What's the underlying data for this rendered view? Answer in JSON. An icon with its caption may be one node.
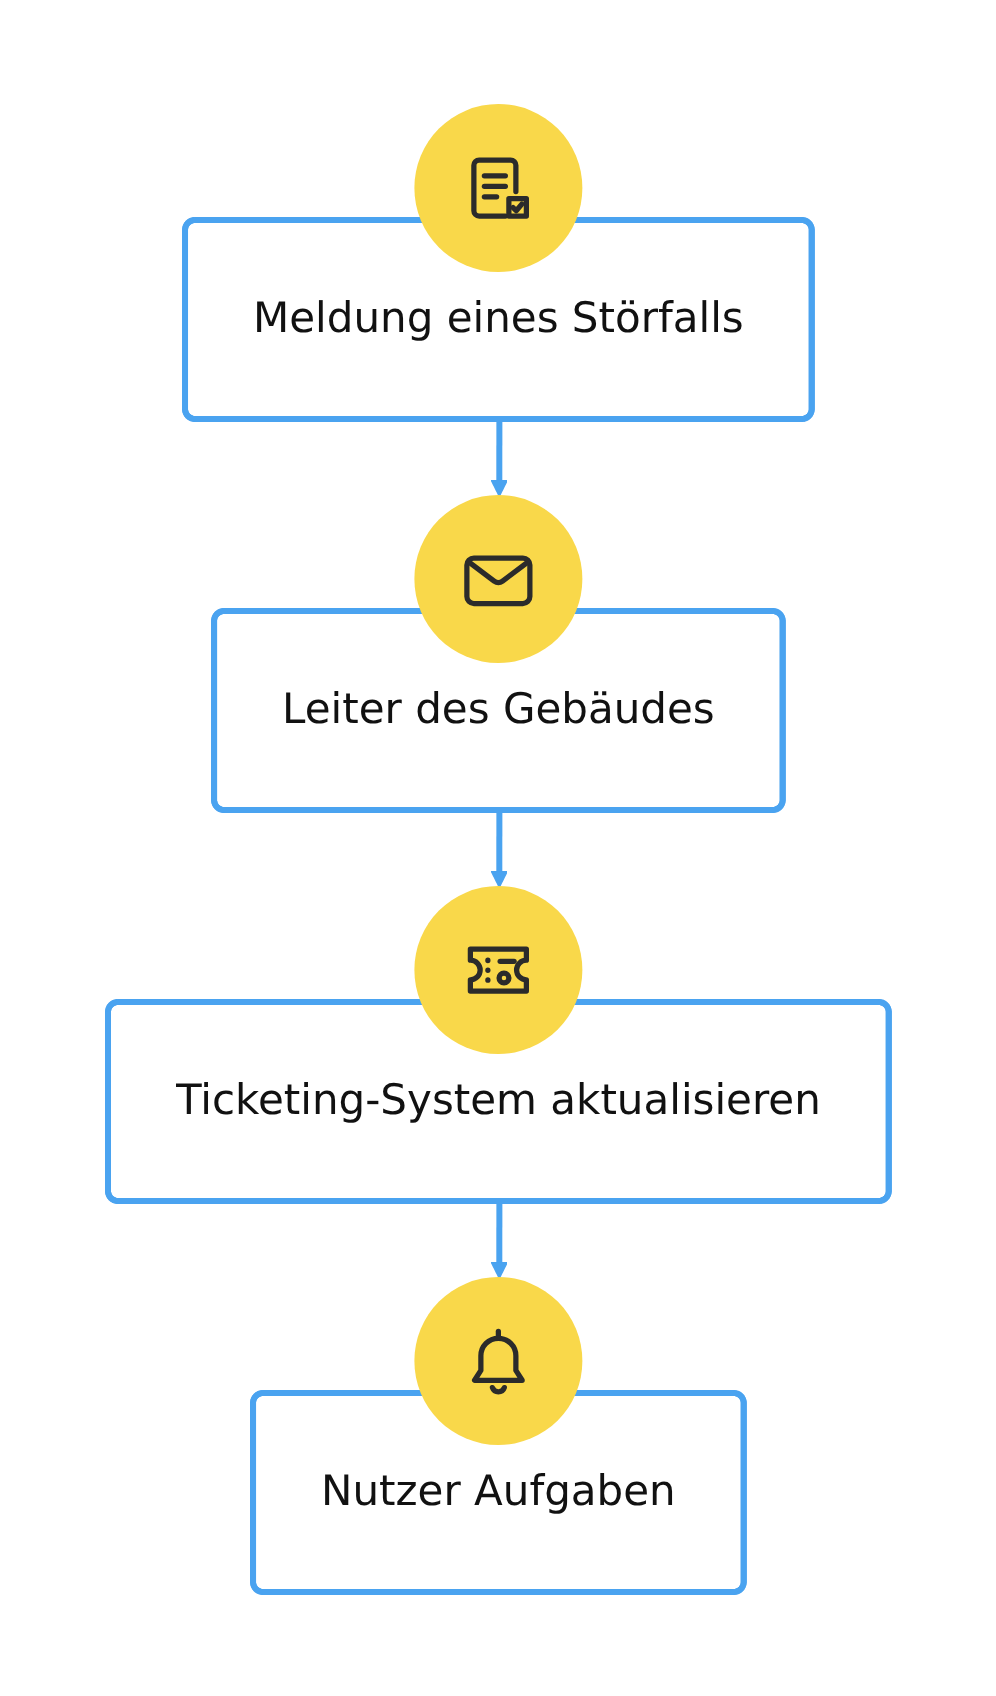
{
  "diagram": {
    "nodes": [
      {
        "text": [
          "Meldung eines Störfalls"
        ]
      },
      {
        "text": [
          "Leiter des Gebäudes"
        ]
      },
      {
        "text": [
          "Ticketing-System aktualisieren"
        ]
      },
      {
        "text": [
          "Nutzer Aufgaben"
        ]
      }
    ],
    "edges": [
      {
        "from": 0,
        "to": 1,
        "arrow": "to"
      },
      {
        "from": 1,
        "to": 2,
        "arrow": "to"
      },
      {
        "from": 2,
        "to": 3,
        "arrow": "to"
      }
    ]
  }
}
